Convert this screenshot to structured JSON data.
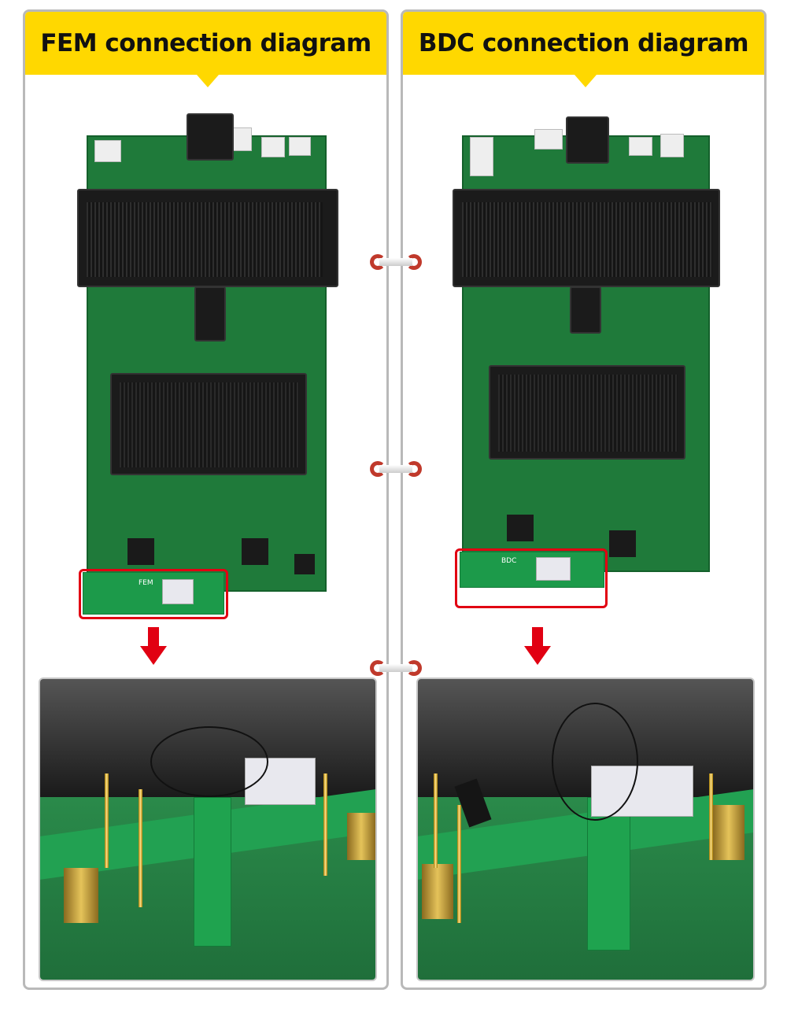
{
  "fem_panel": {
    "title": "FEM connection diagram",
    "adapter_label": "FEM"
  },
  "bdc_panel": {
    "title": "BDC connection diagram",
    "adapter_label": "BDC"
  },
  "colors": {
    "header": "#ffd800",
    "highlight": "#e10012",
    "pcb": "#1f7a3a"
  }
}
